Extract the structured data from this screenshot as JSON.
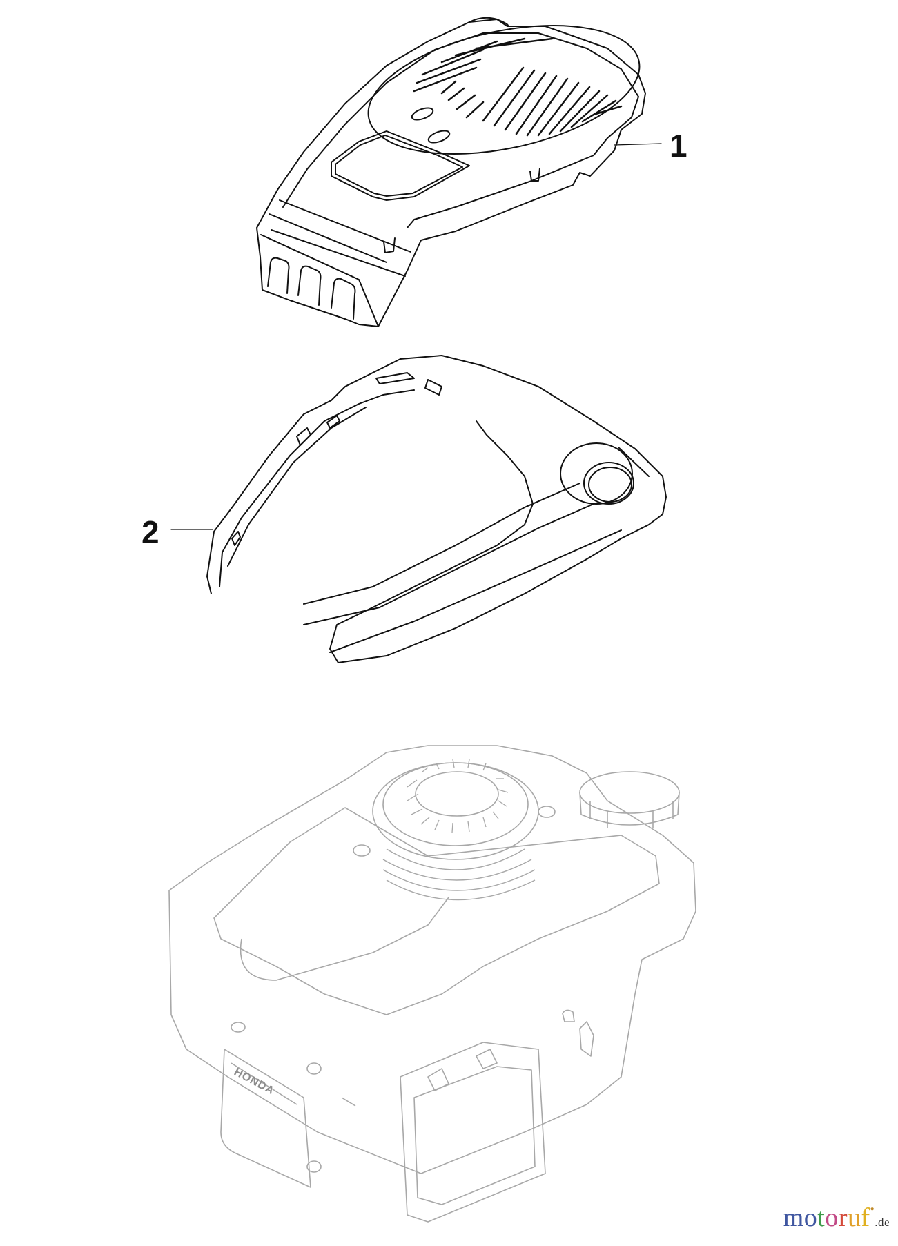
{
  "diagram": {
    "type": "exploded parts view",
    "subject": "lawn mower engine shroud assembly",
    "parts": [
      {
        "number": "1",
        "label_text": "1",
        "description": "top fan cover / engine shroud with ventilation grille"
      },
      {
        "number": "2",
        "label_text": "2",
        "description": "lower shroud / frame cover with round opening"
      }
    ],
    "reference_component": {
      "description": "engine (ghosted, light gray)",
      "brand_text": "HONDA"
    },
    "line_color": "#111111",
    "ghost_line_color": "#a8a8a8"
  },
  "watermark": {
    "letters": [
      {
        "ch": "m",
        "color": "#3f56a0"
      },
      {
        "ch": "o",
        "color": "#3f56a0"
      },
      {
        "ch": "t",
        "color": "#3f9a4a"
      },
      {
        "ch": "o",
        "color": "#c24a86"
      },
      {
        "ch": "r",
        "color": "#d44a3a"
      },
      {
        "ch": "u",
        "color": "#e0a02a"
      },
      {
        "ch": "f",
        "color": "#e0b020"
      }
    ],
    "tld": ".de"
  }
}
